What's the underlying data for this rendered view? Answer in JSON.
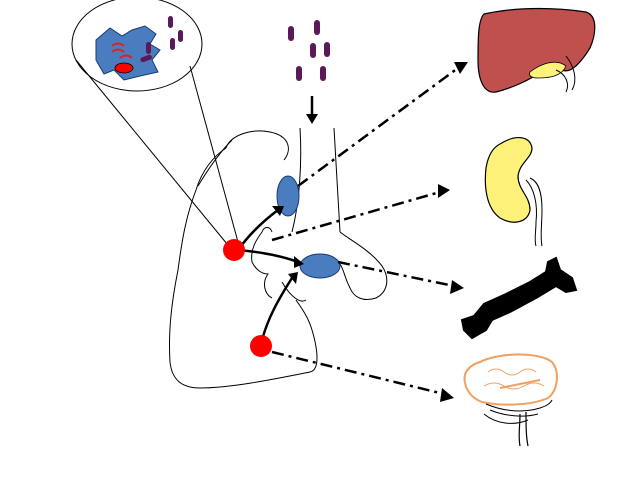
{
  "colors": {
    "background": "#ffffff",
    "outline": "#000000",
    "node_red": "#ff0000",
    "node_blue": "#4a7dc0",
    "liver": "#c0504d",
    "gallbladder": "#fff27a",
    "kidney": "#fff27a",
    "bone": "#000000",
    "brain": "#f0a060",
    "particle": "#5a1a5a"
  },
  "diagram": {
    "inset_icon": "microscope-cell-inset",
    "particles_icon": "particles-falling",
    "organs": [
      {
        "name": "liver",
        "icon": "liver-icon"
      },
      {
        "name": "kidney",
        "icon": "kidney-icon"
      },
      {
        "name": "bone",
        "icon": "bone-icon"
      },
      {
        "name": "brain",
        "icon": "brain-icon"
      }
    ]
  }
}
